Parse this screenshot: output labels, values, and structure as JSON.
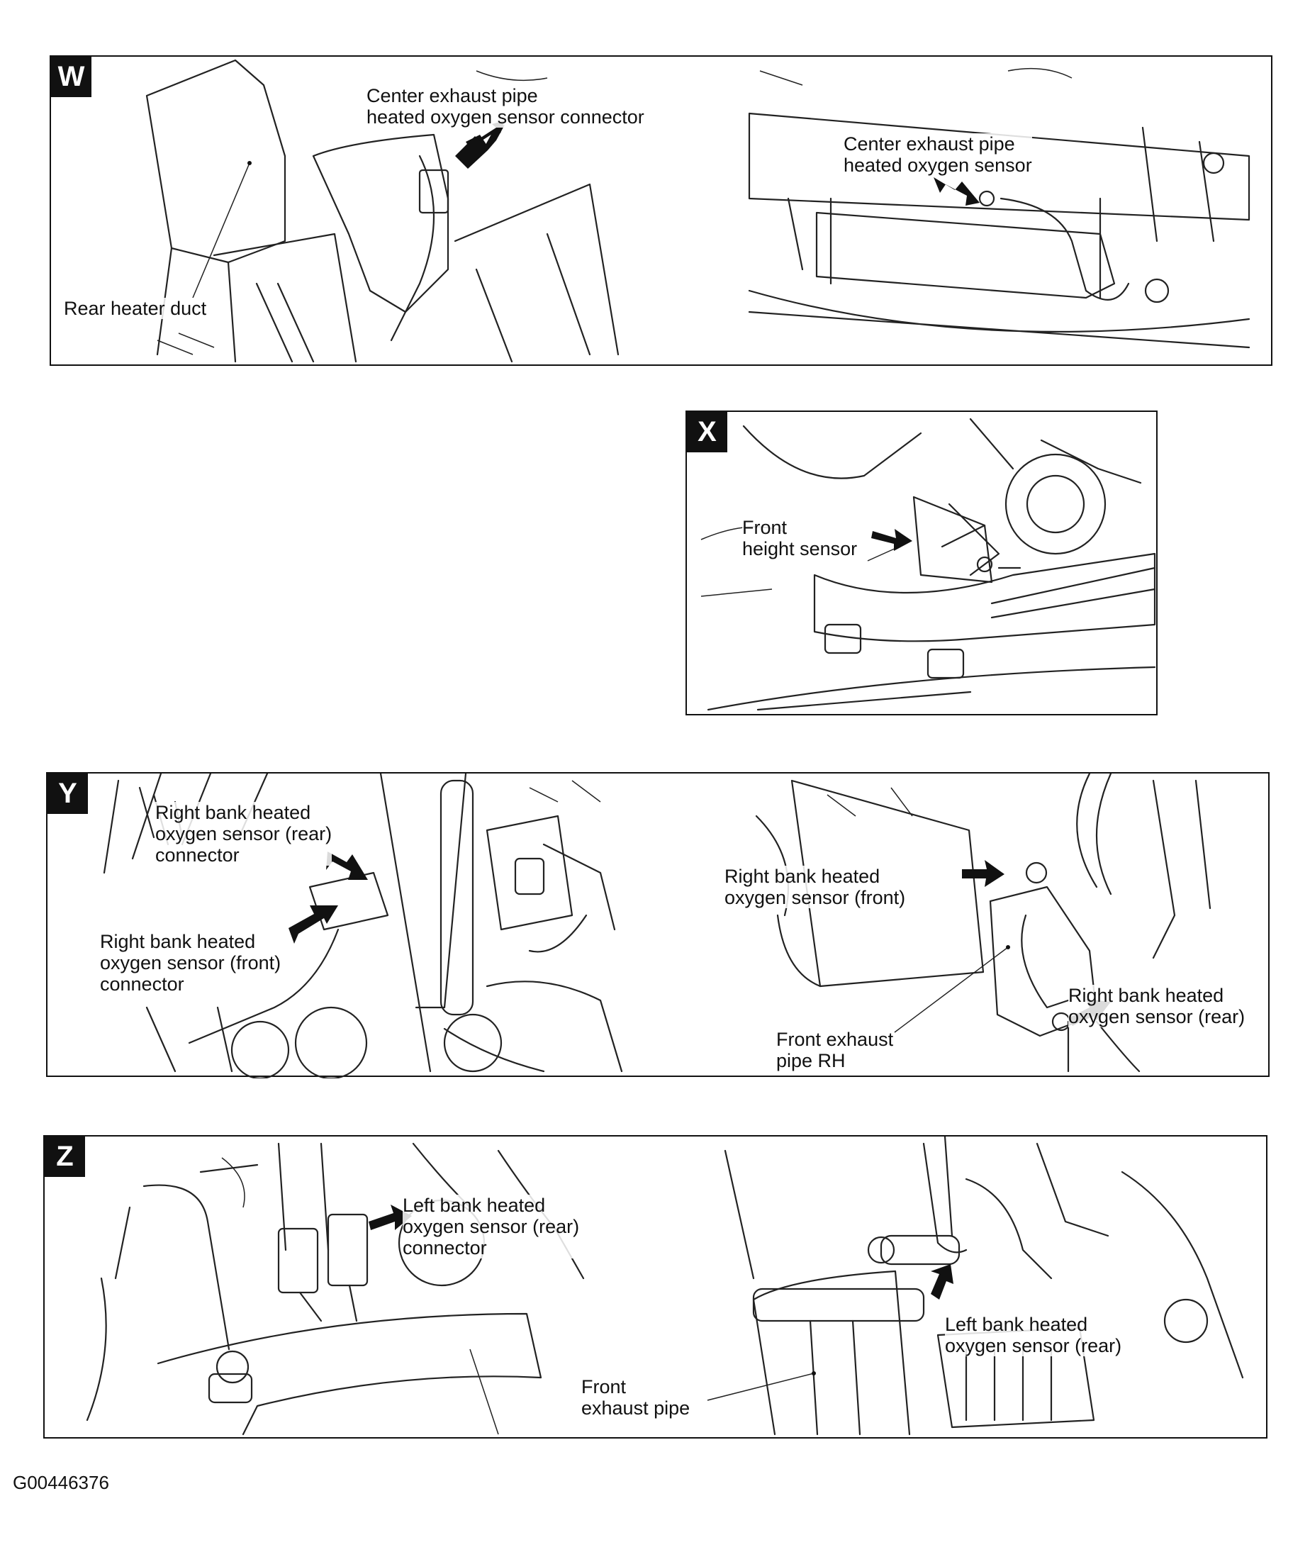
{
  "panels": {
    "w": {
      "tag": "W",
      "labels": {
        "center_connector": [
          "Center exhaust pipe",
          "heated oxygen sensor connector"
        ],
        "rear_heater_duct": "Rear heater duct",
        "center_sensor": [
          "Center exhaust pipe",
          "heated oxygen sensor"
        ]
      }
    },
    "x": {
      "tag": "X",
      "labels": {
        "front_height_sensor": [
          "Front",
          "height sensor"
        ]
      }
    },
    "y": {
      "tag": "Y",
      "labels": {
        "rb_rear_connector": [
          "Right bank heated",
          "oxygen sensor (rear)",
          "connector"
        ],
        "rb_front_connector": [
          "Right bank heated",
          "oxygen sensor (front)",
          "connector"
        ],
        "rb_front_sensor": [
          "Right bank heated",
          "oxygen sensor (front)"
        ],
        "front_exhaust_pipe_rh": [
          "Front exhaust",
          "pipe RH"
        ],
        "rb_rear_sensor": [
          "Right bank heated",
          "oxygen sensor (rear)"
        ]
      }
    },
    "z": {
      "tag": "Z",
      "labels": {
        "lb_rear_connector": [
          "Left bank heated",
          "oxygen sensor (rear)",
          "connector"
        ],
        "lb_rear_sensor": [
          "Left bank heated",
          "oxygen sensor (rear)"
        ],
        "front_exhaust_pipe": [
          "Front",
          "exhaust pipe"
        ]
      }
    }
  },
  "figure_id": "G00446376"
}
